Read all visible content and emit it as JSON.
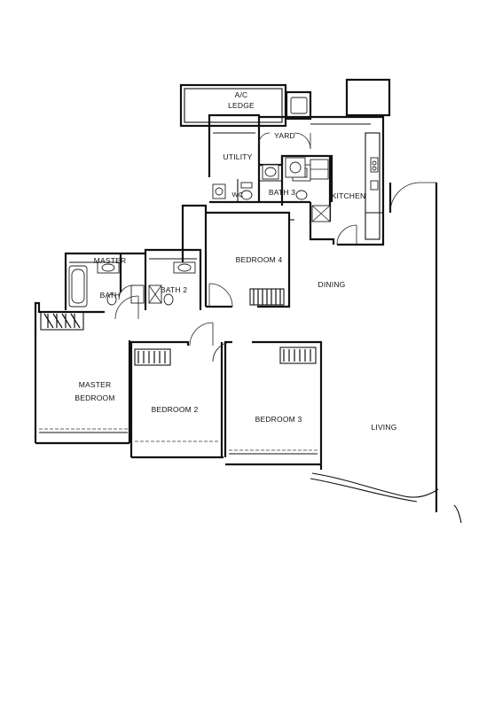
{
  "floor_plan": {
    "labels": {
      "ac_ledge_line1": "A/C",
      "ac_ledge_line2": "LEDGE",
      "yard": "YARD",
      "utility": "UTILITY",
      "wc": "WC",
      "bath3": "BATH 3",
      "kitchen": "KITCHEN",
      "bedroom4": "BEDROOM 4",
      "master_bath_line1": "MASTER",
      "master_bath_line2": "BATH",
      "bath2": "BATH 2",
      "dining": "DINING",
      "master_bedroom_line1": "MASTER",
      "master_bedroom_line2": "BEDROOM",
      "bedroom2": "BEDROOM 2",
      "bedroom3": "BEDROOM 3",
      "living": "LIVING"
    },
    "colors": {
      "line": "#111111",
      "background": "#ffffff"
    }
  }
}
